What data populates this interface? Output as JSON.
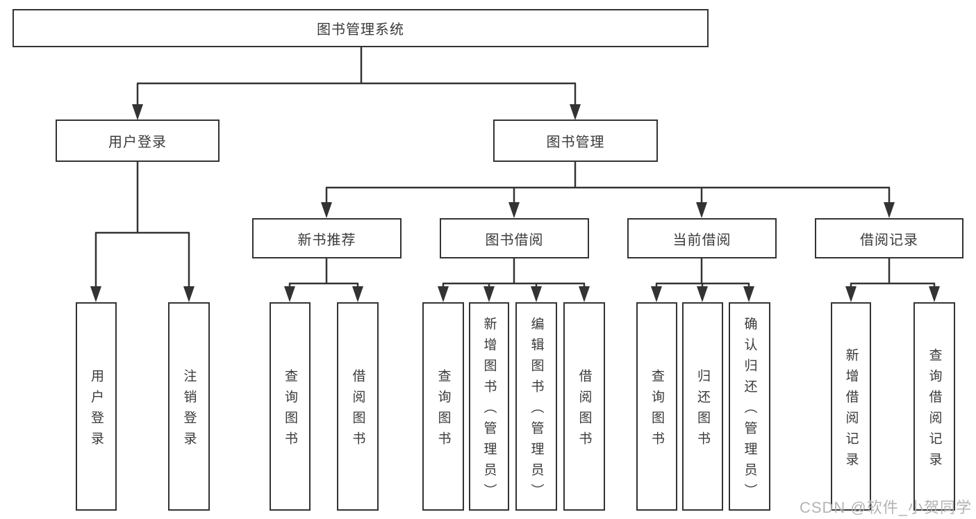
{
  "tree": {
    "root": {
      "label": "图书管理系统",
      "children": [
        {
          "label": "用户登录",
          "children": [
            {
              "label": "用户登录"
            },
            {
              "label": "注销登录"
            }
          ]
        },
        {
          "label": "图书管理",
          "children": [
            {
              "label": "新书推荐",
              "children": [
                {
                  "label": "查询图书"
                },
                {
                  "label": "借阅图书"
                }
              ]
            },
            {
              "label": "图书借阅",
              "children": [
                {
                  "label": "查询图书"
                },
                {
                  "label": "新增图书（管理员）"
                },
                {
                  "label": "编辑图书（管理员）"
                },
                {
                  "label": "借阅图书"
                }
              ]
            },
            {
              "label": "当前借阅",
              "children": [
                {
                  "label": "查询图书"
                },
                {
                  "label": "归还图书"
                },
                {
                  "label": "确认归还（管理员）"
                }
              ]
            },
            {
              "label": "借阅记录",
              "children": [
                {
                  "label": "新增借阅记录"
                },
                {
                  "label": "查询借阅记录"
                }
              ]
            }
          ]
        }
      ]
    }
  },
  "watermark": {
    "text": "CSDN @软件_小贺同学"
  },
  "colors": {
    "line": "#333333",
    "box_border": "#333333",
    "text": "#3a3a3a",
    "watermark": "#afafaf",
    "background": "#ffffff"
  }
}
